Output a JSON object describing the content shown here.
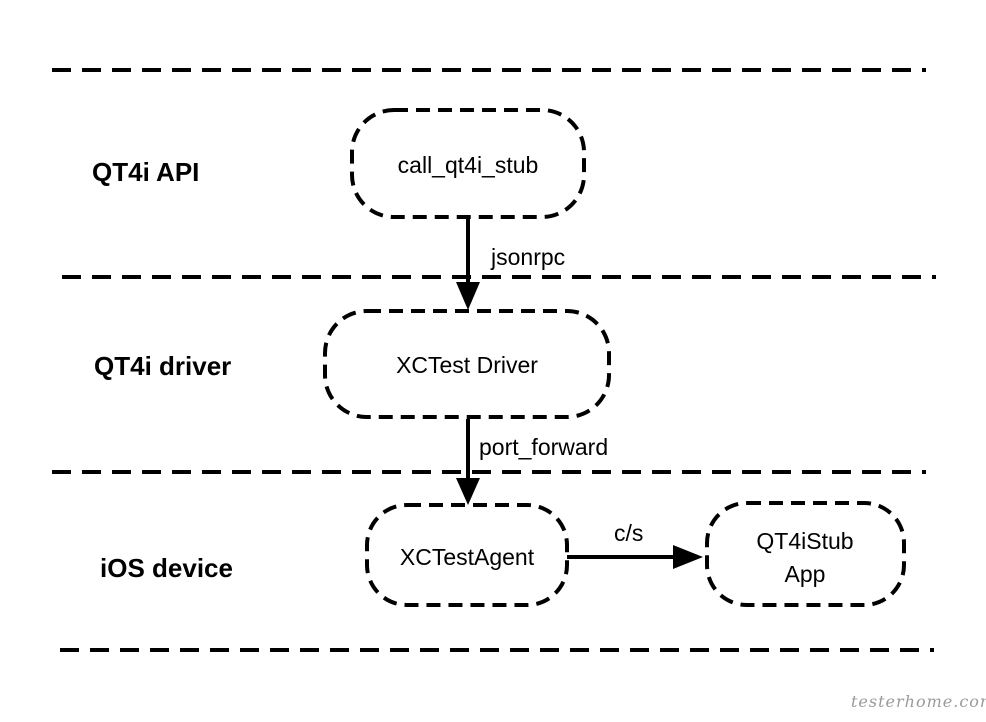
{
  "layers": [
    {
      "label": "QT4i API"
    },
    {
      "label": "QT4i driver"
    },
    {
      "label": "iOS device"
    }
  ],
  "nodes": {
    "stub": {
      "label": "call_qt4i_stub"
    },
    "driver": {
      "label": "XCTest Driver"
    },
    "agent": {
      "label": "XCTestAgent"
    },
    "app": {
      "label_line1": "QT4iStub",
      "label_line2": "App"
    }
  },
  "edges": [
    {
      "from": "call_qt4i_stub",
      "to": "XCTest Driver",
      "label": "jsonrpc"
    },
    {
      "from": "XCTest Driver",
      "to": "XCTestAgent",
      "label": "port_forward"
    },
    {
      "from": "XCTestAgent",
      "to": "QT4iStub App",
      "label": "c/s"
    }
  ],
  "watermark": "testerhome.com",
  "colors": {
    "line": "#000000",
    "background": "#ffffff",
    "watermark": "#9a9a9a"
  }
}
